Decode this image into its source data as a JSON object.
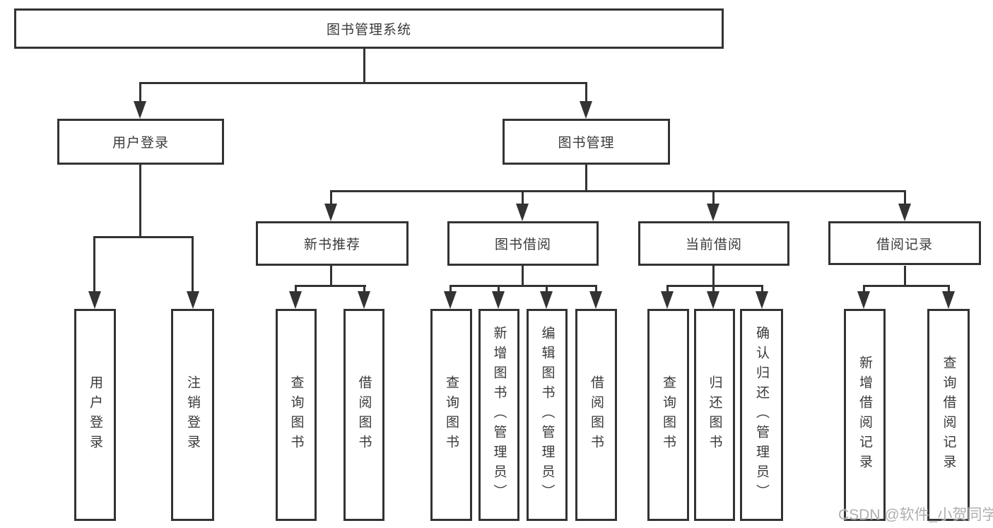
{
  "diagram": {
    "root": {
      "label": "图书管理系统"
    },
    "level2": {
      "user_login": {
        "label": "用户登录"
      },
      "book_management": {
        "label": "图书管理"
      }
    },
    "level3": {
      "new_book_recommend": {
        "label": "新书推荐"
      },
      "book_borrow": {
        "label": "图书借阅"
      },
      "current_borrow": {
        "label": "当前借阅"
      },
      "borrow_record": {
        "label": "借阅记录"
      }
    },
    "leaves": {
      "user_login": {
        "label": "用户登录"
      },
      "logout": {
        "label": "注销登录"
      },
      "recommend_query_book": {
        "label": "查询图书"
      },
      "recommend_borrow_book": {
        "label": "借阅图书"
      },
      "borrow_query_book": {
        "label": "查询图书"
      },
      "borrow_add_book": {
        "label": "新增图书（管理员）"
      },
      "borrow_edit_book": {
        "label": "编辑图书（管理员）"
      },
      "borrow_borrow_book": {
        "label": "借阅图书"
      },
      "current_query_book": {
        "label": "查询图书"
      },
      "current_return_book": {
        "label": "归还图书"
      },
      "current_confirm_return": {
        "label": "确认归还（管理员）"
      },
      "record_add": {
        "label": "新增借阅记录"
      },
      "record_query": {
        "label": "查询借阅记录"
      }
    },
    "watermark": {
      "text": "CSDN @软件_小贺同学"
    },
    "colors": {
      "line": "#333333",
      "text": "#3a3a3a",
      "background": "#ffffff",
      "watermark": "#a8a8a8"
    }
  }
}
